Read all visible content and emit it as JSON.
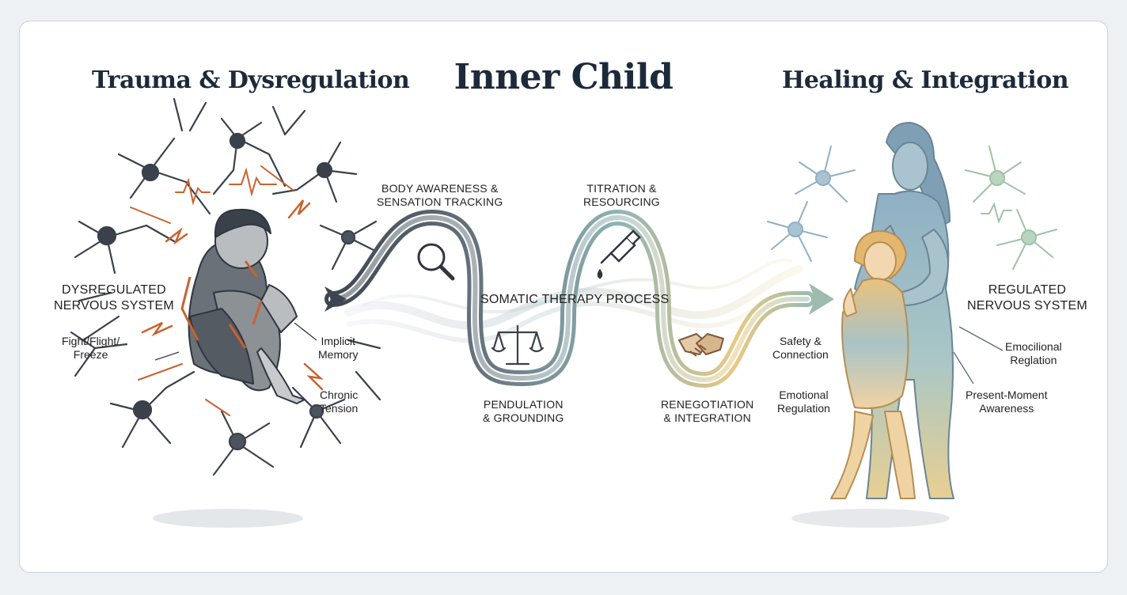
{
  "titles": {
    "main": "Inner Child",
    "left": "Trauma & Dysregulation",
    "right": "Healing & Integration"
  },
  "left_panel": {
    "system_label": [
      "DYSREGULATED",
      "NERVOUS SYSTEM"
    ],
    "fight_label": [
      "Fight/Flight/",
      "Freeze"
    ],
    "memory_label": [
      "Implicit",
      "Memory"
    ],
    "tension_label": [
      "Chronic",
      "Tension"
    ]
  },
  "process": {
    "center_label": "SOMATIC THERAPY PROCESS",
    "body_awareness": [
      "BODY AWARENESS &",
      "SENSATION TRACKING"
    ],
    "titration": [
      "TITRATION &",
      "RESOURCING"
    ],
    "pendulation": [
      "PENDULATION",
      "& GROUNDING"
    ],
    "renegotiation": [
      "RENEGOTIATION",
      "& INTEGRATION"
    ]
  },
  "right_panel": {
    "system_label": [
      "REGULATED",
      "NERVOUS SYSTEM"
    ],
    "safety_label": [
      "Safety &",
      "Connection"
    ],
    "emotional_label": [
      "Emotional",
      "Regulation"
    ],
    "emocilional_label": [
      "Emocilional",
      "Reglation"
    ],
    "present_label": [
      "Present-Moment",
      "Awareness"
    ]
  },
  "icons": {
    "body_awareness": "magnifier-icon",
    "titration": "dropper-icon",
    "pendulation": "scale-icon",
    "renegotiation": "handshake-icon"
  },
  "colors": {
    "background": "#eef1f4",
    "card": "#ffffff",
    "title": "#1c2a3a",
    "trauma_accent": "#c9622e",
    "neuron_dark": "#3a414b",
    "path_dark": "#3d4650",
    "path_teal": "#8fb3b5",
    "path_gold": "#e9c983",
    "heal_blue": "#8fb0c4",
    "heal_green": "#9fc2a8"
  }
}
